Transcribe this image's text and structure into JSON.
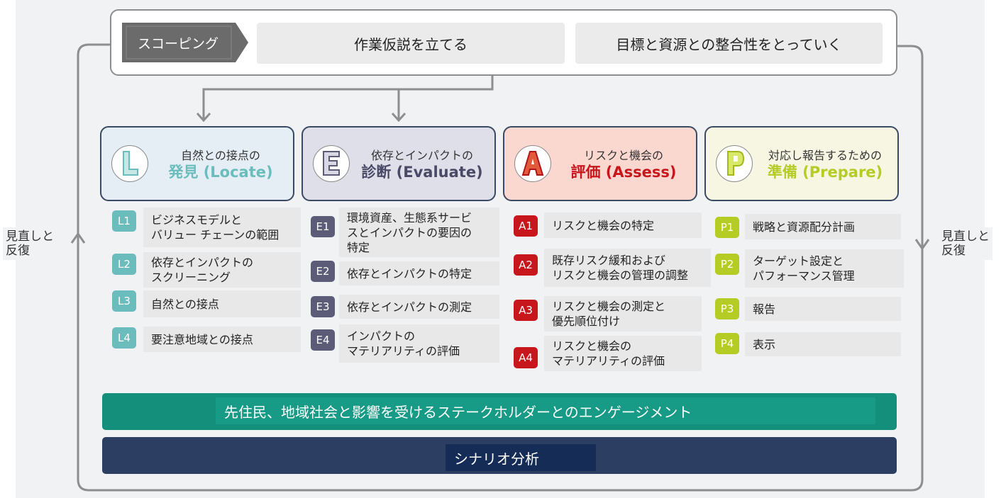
{
  "loop": {
    "left_label": "見直しと\n反復",
    "right_label": "見直しと\n反復"
  },
  "scoping": {
    "tag": "スコーピング",
    "box1": "作業仮説を立てる",
    "box2": "目標と資源との整合性をとっていく"
  },
  "phases": [
    {
      "sub": "自然との接点の",
      "main": "発見 (Locate)",
      "icon": "L-block-icon",
      "color": "#6bbcbd",
      "bg": "#e5eef4"
    },
    {
      "sub": "依存とインパクトの",
      "main": "診断 (Evaluate)",
      "icon": "E-block-icon",
      "color": "#4a4a66",
      "bg": "#dfdfe9"
    },
    {
      "sub": "リスクと機会の",
      "main": "評価 (Assess)",
      "icon": "A-block-icon",
      "color": "#c8161d",
      "bg": "#fad7cf"
    },
    {
      "sub": "対応し報告するための",
      "main": "準備 (Prepare)",
      "icon": "P-block-icon",
      "color": "#b4cc24",
      "bg": "#f6f6e3"
    }
  ],
  "items": {
    "L": [
      {
        "code": "L1",
        "text": "ビジネスモデルと\nバリュー チェーンの範囲"
      },
      {
        "code": "L2",
        "text": "依存とインパクトの\nスクリーニング"
      },
      {
        "code": "L3",
        "text": "自然との接点"
      },
      {
        "code": "L4",
        "text": "要注意地域との接点"
      }
    ],
    "E": [
      {
        "code": "E1",
        "text": "環境資産、生態系サービ\nスとインパクトの要因の\n特定"
      },
      {
        "code": "E2",
        "text": "依存とインパクトの特定"
      },
      {
        "code": "E3",
        "text": "依存とインパクトの測定"
      },
      {
        "code": "E4",
        "text": "インパクトの\nマテリアリティの評価"
      }
    ],
    "A": [
      {
        "code": "A1",
        "text": "リスクと機会の特定"
      },
      {
        "code": "A2",
        "text": "既存リスク緩和および\nリスクと機会の管理の調整"
      },
      {
        "code": "A3",
        "text": "リスクと機会の測定と\n優先順位付け"
      },
      {
        "code": "A4",
        "text": "リスクと機会の\nマテリアリティの評価"
      }
    ],
    "P": [
      {
        "code": "P1",
        "text": "戦略と資源配分計画"
      },
      {
        "code": "P2",
        "text": "ターゲット設定と\nパフォーマンス管理"
      },
      {
        "code": "P3",
        "text": "報告"
      },
      {
        "code": "P4",
        "text": "表示"
      }
    ]
  },
  "bars": {
    "engagement": "先住民、地域社会と影響を受けるステークホルダーとのエンゲージメント",
    "scenario": "シナリオ分析",
    "engagement_color": "#138f7b",
    "scenario_color": "#2d3e63"
  }
}
